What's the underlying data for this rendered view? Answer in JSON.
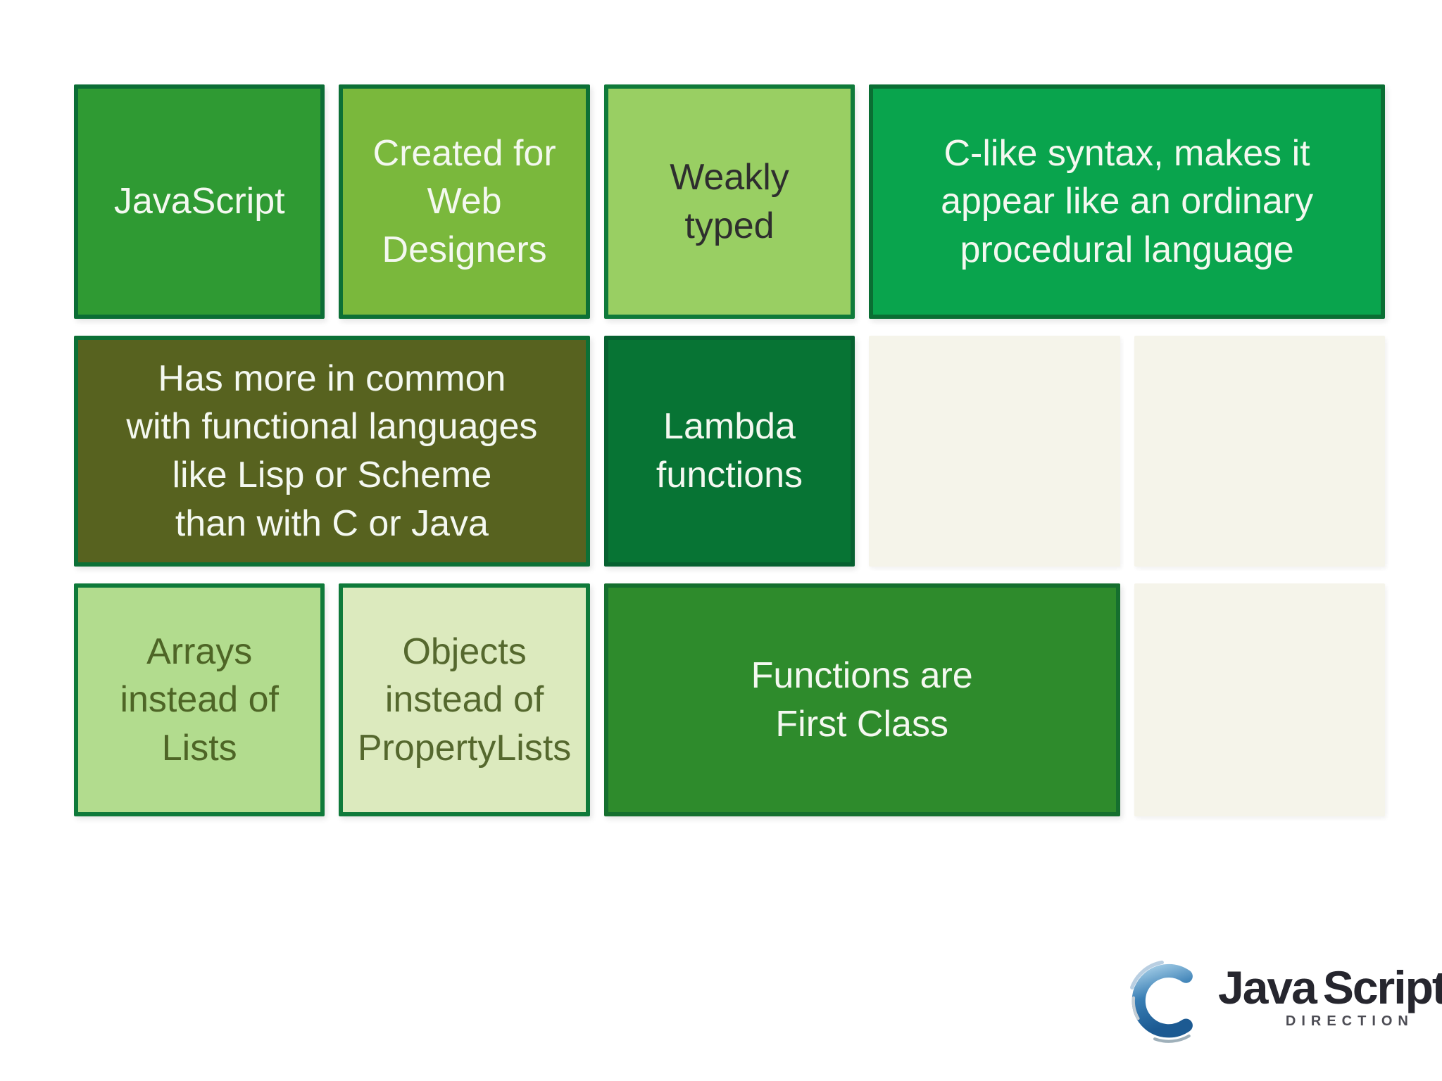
{
  "slide": {
    "background": "#ffffff",
    "tiles": [
      {
        "label": "JavaScript",
        "fill": "#2f9a33",
        "border": "#0b6d35",
        "text_color": "#f4f8f0",
        "empty": false
      },
      {
        "label": "Created for\nWeb\nDesigners",
        "fill": "#7ab83c",
        "border": "#0c7036",
        "text_color": "#f4f8f0",
        "empty": false
      },
      {
        "label": "Weakly\ntyped",
        "fill": "#99cf63",
        "border": "#0f7a3a",
        "text_color": "#2e2e2e",
        "empty": false
      },
      {
        "label": "C-like syntax, makes it\nappear like an ordinary\nprocedural language",
        "fill": "#09a44d",
        "border": "#0a6e33",
        "text_color": "#f4f8f0",
        "empty": false
      },
      {
        "label": "Has more in common\nwith functional languages\nlike Lisp or Scheme\nthan with C or Java",
        "fill": "#57621f",
        "border": "#0c7036",
        "text_color": "#f4f8f0",
        "empty": false
      },
      {
        "label": "Lambda\nfunctions",
        "fill": "#077434",
        "border": "#066030",
        "text_color": "#f4f8f0",
        "empty": false
      },
      {
        "label": "",
        "fill": "#f5f4ea",
        "border": "",
        "text_color": "",
        "empty": true
      },
      {
        "label": "",
        "fill": "#f5f4ea",
        "border": "",
        "text_color": "",
        "empty": true
      },
      {
        "label": "Arrays\ninstead of\nLists",
        "fill": "#b2dc8e",
        "border": "#0f7a3a",
        "text_color": "#4e6526",
        "empty": false
      },
      {
        "label": "Objects\ninstead of\nPropertyLists",
        "fill": "#dceabe",
        "border": "#0f7a3a",
        "text_color": "#55682e",
        "empty": false
      },
      {
        "label": "Functions are\nFirst Class",
        "fill": "#2e8b2c",
        "border": "#156f2e",
        "text_color": "#f4f8f0",
        "empty": false
      },
      {
        "label": "",
        "fill": "#f5f4ea",
        "border": "",
        "text_color": "",
        "empty": true
      }
    ],
    "logo": {
      "word_part1": "Java",
      "word_part2": "Script",
      "subtitle": "DIRECTION",
      "wordmark_color": "#26262e",
      "subtitle_color": "#4c4c54",
      "swoosh_light": "#9ec9e4",
      "swoosh_mid": "#3a7fb5",
      "swoosh_dark": "#1c5a92"
    }
  }
}
